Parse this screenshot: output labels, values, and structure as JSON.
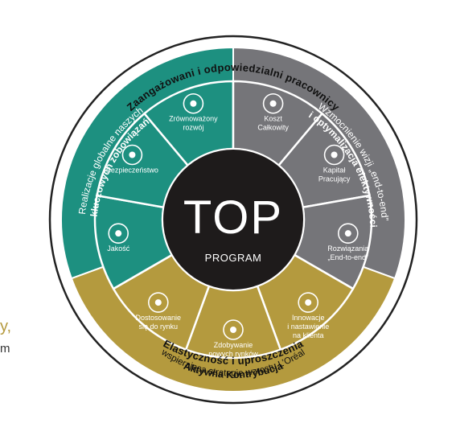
{
  "side_text": {
    "fragment_1": "y,",
    "fragment_2": "m"
  },
  "outer_ring": {
    "top_text": "Zaangażowani i odpowiedzialni pracownicy",
    "bottom_text": "Elastyczność i uproszczenia"
  },
  "left_band": {
    "line1": "Realizacje globalne naszych",
    "line2": "kluczowych zobowiązań"
  },
  "right_band": {
    "line1": "Wzmocnienie wizji „end-to-end”",
    "line2": "i optymalizacja efektywności"
  },
  "bottom_band": {
    "line1": "Aktywna Kontrybucja",
    "line2": "wspierająca strategię wzrostu L’Oréal"
  },
  "segments": [
    {
      "id": "zrownowazony",
      "lines": [
        "Zrównoważony",
        "rozwój"
      ],
      "icon": "globe-leaf-icon"
    },
    {
      "id": "koszt",
      "lines": [
        "Koszt",
        "Całkowity"
      ],
      "icon": "chart-icon"
    },
    {
      "id": "kapital",
      "lines": [
        "Kapitał",
        "Pracujący"
      ],
      "icon": "money-icon"
    },
    {
      "id": "rozwiazania",
      "lines": [
        "Rozwiązania",
        "„End-to-end”"
      ],
      "icon": "monitor-icon"
    },
    {
      "id": "innowacje",
      "lines": [
        "Innowacje",
        "i nastawienie",
        "na klienta"
      ],
      "icon": "lightbulb-icon"
    },
    {
      "id": "zdobywanie",
      "lines": [
        "Zdobywanie",
        "nowych rynków"
      ],
      "icon": "flag-icon"
    },
    {
      "id": "dostosowanie",
      "lines": [
        "Dostosowanie",
        "się do rynku"
      ],
      "icon": "stopwatch-icon"
    },
    {
      "id": "jakosc",
      "lines": [
        "Jakość"
      ],
      "icon": "award-icon"
    },
    {
      "id": "bezpieczenstwo",
      "lines": [
        "Bezpieczeństwo"
      ],
      "icon": "shield-icon"
    }
  ],
  "center": {
    "big": "TOP",
    "small": "PROGRAM"
  },
  "colors": {
    "teal": "#1d9080",
    "teal_dark": "#14695d",
    "gray": "#757579",
    "gray_dark": "#5d5d61",
    "gold": "#b49a3e",
    "gold_dark": "#9a8030",
    "center": "#1e1b1b",
    "ring_stroke": "#222222"
  }
}
